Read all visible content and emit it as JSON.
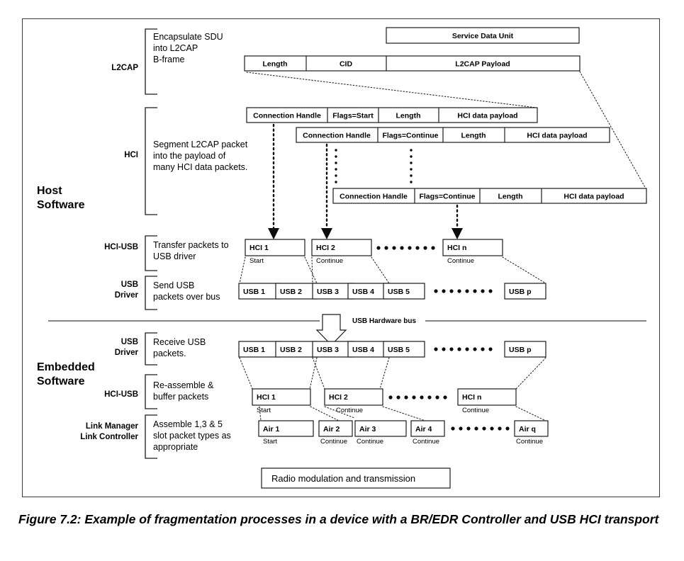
{
  "figure": {
    "caption": "Figure 7.2:  Example of fragmentation processes in a device with a BR/EDR Controller and USB HCI transport",
    "frame_border_color": "#3a3a3a",
    "background": "#ffffff"
  },
  "sections": {
    "host": "Host\nSoftware",
    "host_line1": "Host",
    "host_line2": "Software",
    "embedded_line1": "Embedded",
    "embedded_line2": "Software"
  },
  "layers": [
    {
      "id": "l2cap",
      "label": "L2CAP",
      "label_line2": "",
      "description": [
        "Encapsulate SDU",
        "into L2CAP",
        "B-frame"
      ]
    },
    {
      "id": "hci",
      "label": "HCI",
      "label_line2": "",
      "description": [
        "Segment L2CAP packet",
        "into the payload of",
        "many HCI data packets."
      ]
    },
    {
      "id": "hci-usb-host",
      "label": "HCI-USB",
      "label_line2": "",
      "description": [
        "Transfer packets to",
        "USB driver"
      ]
    },
    {
      "id": "usb-driver-host",
      "label": "USB",
      "label_line2": "Driver",
      "description": [
        "Send USB",
        "packets over bus"
      ]
    },
    {
      "id": "usb-driver-emb",
      "label": "USB",
      "label_line2": "Driver",
      "description": [
        "Receive USB",
        "packets."
      ]
    },
    {
      "id": "hci-usb-emb",
      "label": "HCI-USB",
      "label_line2": "",
      "description": [
        "Re-assemble &",
        "buffer packets"
      ]
    },
    {
      "id": "link-manager",
      "label": "Link Manager",
      "label_line2": "Link Controller",
      "description": [
        "Assemble 1,3 & 5",
        "slot packet types as",
        "appropriate"
      ]
    }
  ],
  "packets": {
    "sdu": {
      "label": "Service Data Unit"
    },
    "l2cap_frame": {
      "fields": [
        "Length",
        "CID",
        "L2CAP Payload"
      ]
    },
    "hci_rows": [
      {
        "fields": [
          "Connection Handle",
          "Flags=Start",
          "Length",
          "HCI data payload"
        ]
      },
      {
        "fields": [
          "Connection Handle",
          "Flags=Continue",
          "Length",
          "HCI data payload"
        ]
      },
      {
        "fields": [
          "Connection Handle",
          "Flags=Continue",
          "Length",
          "HCI data payload"
        ]
      }
    ],
    "hci_host": [
      {
        "label": "HCI 1",
        "sublabel": "Start"
      },
      {
        "label": "HCI 2",
        "sublabel": "Continue"
      },
      {
        "label": "HCI n",
        "sublabel": "Continue"
      }
    ],
    "usb_host": [
      {
        "label": "USB 1"
      },
      {
        "label": "USB 2"
      },
      {
        "label": "USB 3"
      },
      {
        "label": "USB 4"
      },
      {
        "label": "USB 5"
      },
      {
        "label": "USB p"
      }
    ],
    "usb_embedded": [
      {
        "label": "USB 1"
      },
      {
        "label": "USB 2"
      },
      {
        "label": "USB 3"
      },
      {
        "label": "USB 4"
      },
      {
        "label": "USB 5"
      },
      {
        "label": "USB p"
      }
    ],
    "hci_embedded": [
      {
        "label": "HCI 1",
        "sublabel": "Start"
      },
      {
        "label": "HCI 2",
        "sublabel": "Continue"
      },
      {
        "label": "HCI n",
        "sublabel": "Continue"
      }
    ],
    "air": [
      {
        "label": "Air 1",
        "sublabel": "Start"
      },
      {
        "label": "Air 2",
        "sublabel": "Continue"
      },
      {
        "label": "Air 3",
        "sublabel": "Continue"
      },
      {
        "label": "Air 4",
        "sublabel": "Continue"
      },
      {
        "label": "Air q",
        "sublabel": "Continue"
      }
    ],
    "radio": {
      "label": "Radio modulation and transmission"
    }
  },
  "bus": {
    "label": "USB Hardware bus"
  },
  "colors": {
    "line": "#1a1a1a",
    "frame": "#3a3a3a",
    "text": "#000000",
    "box_fill": "#ffffff"
  }
}
